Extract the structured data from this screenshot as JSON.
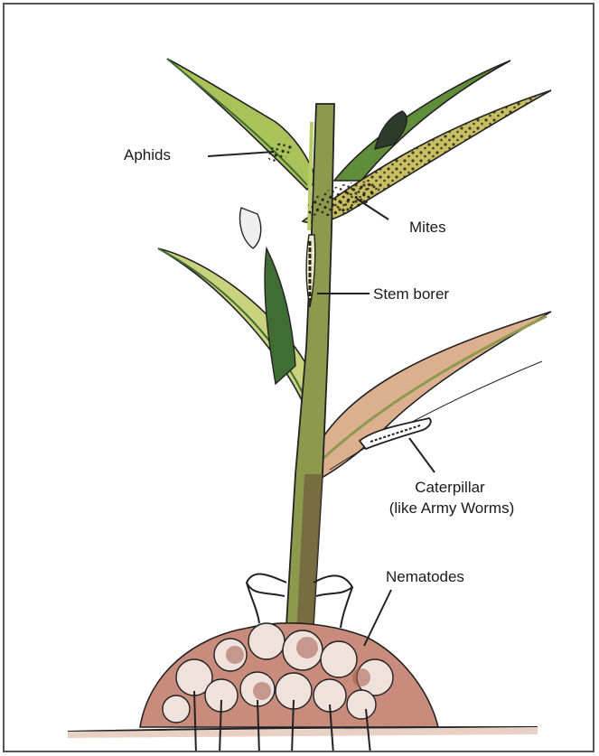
{
  "labels": {
    "aphids": "Aphids",
    "mites": "Mites",
    "stem_borer": "Stem borer",
    "caterpillar_line1": "Caterpillar",
    "caterpillar_line2": "(like Army Worms)",
    "nematodes": "Nematodes"
  },
  "colors": {
    "leaf_light": "#b9cc6a",
    "leaf_dark": "#3f6d33",
    "leaf_mid": "#7f9c45",
    "stem": "#8d9a4e",
    "stem_dark": "#5b4a2c",
    "soil": "#c98c7c",
    "soil_dark": "#a55a4c",
    "pest": "#2a2418",
    "outline": "#222222"
  }
}
